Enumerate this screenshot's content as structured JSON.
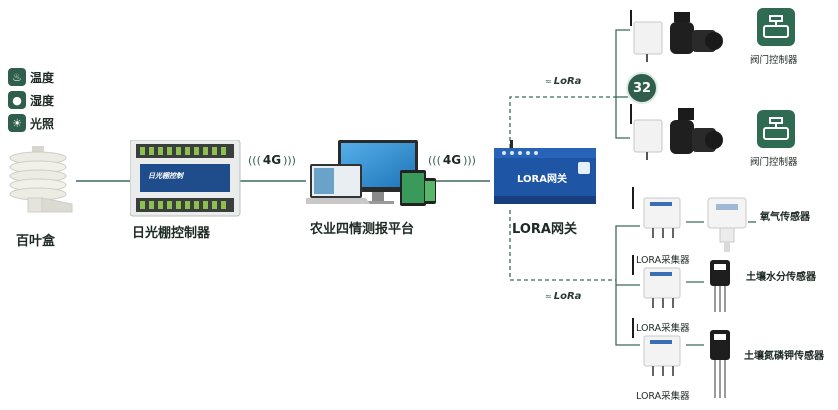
{
  "env_params": [
    {
      "icon": "thermometer-icon",
      "label": "温度"
    },
    {
      "icon": "droplet-icon",
      "label": "湿度"
    },
    {
      "icon": "sun-icon",
      "label": "光照"
    }
  ],
  "devices": {
    "louver_box": "百叶盒",
    "controller": "日光棚控制器",
    "controller_brand": "日光棚控制",
    "platform": "农业四情测报平台",
    "gateway": "LORA网关",
    "gateway_screen": "LORA网关"
  },
  "links": {
    "left_4g": "4G",
    "right_4g": "4G",
    "lora_top": "LoRa",
    "lora_bottom": "LoRa"
  },
  "valves": {
    "count_badge": "32",
    "valve_label_1": "阀门控制器",
    "valve_label_2": "阀门控制器"
  },
  "collectors": {
    "collector_label": "LORA采集器",
    "sensors": [
      "氧气传感器",
      "土壤水分传感器",
      "土壤氮磷钾传感器"
    ]
  },
  "colors": {
    "accent": "#2f5f4c",
    "line": "#3d6b58"
  }
}
